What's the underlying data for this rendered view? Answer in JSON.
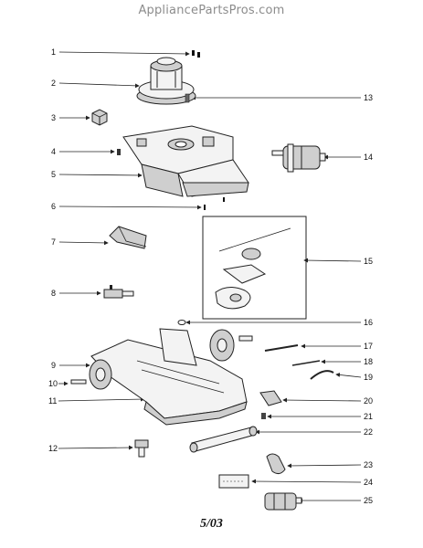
{
  "watermark": "AppliancePartsPros.com",
  "footer": "5/03",
  "callouts": [
    "1",
    "2",
    "3",
    "4",
    "5",
    "6",
    "7",
    "8",
    "9",
    "10",
    "11",
    "12",
    "13",
    "14",
    "15",
    "16",
    "17",
    "18",
    "19",
    "20",
    "21",
    "22",
    "23",
    "24",
    "25"
  ]
}
